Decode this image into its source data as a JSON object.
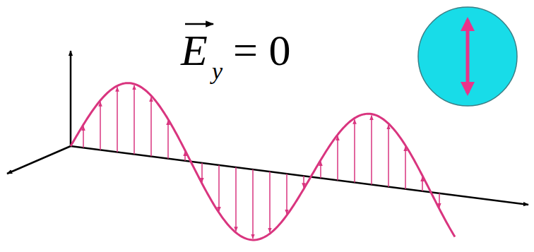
{
  "diagram": {
    "labels": [
      "E",
      "y",
      "= 0"
    ]
  }
}
